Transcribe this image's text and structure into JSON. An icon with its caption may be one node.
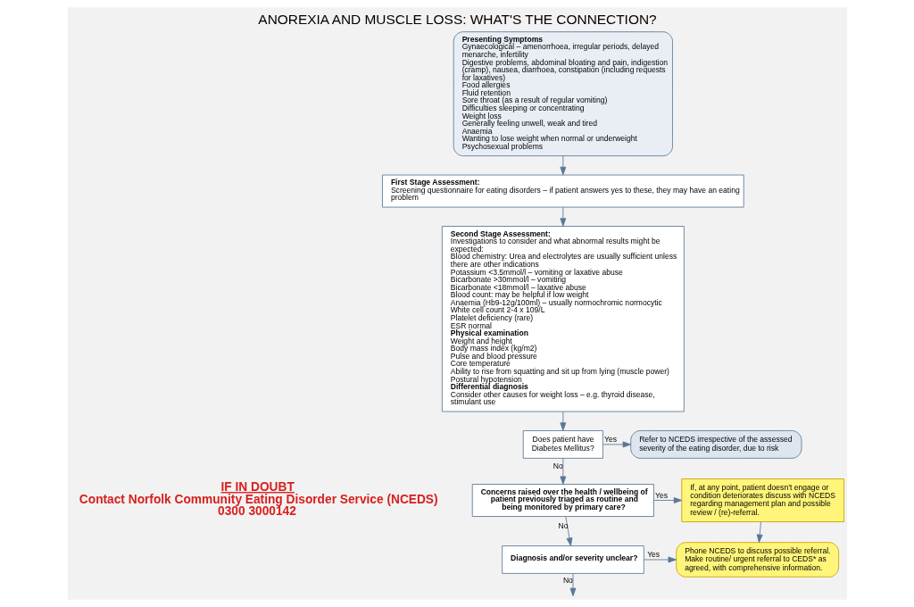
{
  "diagram": {
    "title": "ANOREXIA AND MUSCLE LOSS: WHAT'S THE CONNECTION?",
    "nodes": [
      {
        "text": [
          "Presenting Symptoms",
          "Gynaecological – amenorrhoea, irregular periods, delayed menarche, infertility",
          "Digestive problems, abdominal bloating and pain, indigestion (cramp), nausea, diarrhoea, constipation (including requests for laxatives)",
          "Food allergies",
          "Fluid retention",
          "Sore throat (as a result of regular vomiting)",
          "Difficulties sleeping or concentrating",
          "Weight loss",
          "Generally feeling unwell, weak and tired",
          "Anaemia",
          "Wanting to lose weight when normal or underweight",
          "Psychosexual problems"
        ]
      },
      {
        "text": [
          "First Stage Assessment:",
          "Screening questionnaire for eating disorders – if patient answers yes to these, they may have an eating problem"
        ]
      },
      {
        "text": [
          "Second Stage Assessment:",
          "Investigations to consider and what abnormal results might be expected:",
          "Blood chemistry: Urea and electrolytes are usually sufficient unless there are other indications",
          "Potassium <3.5mmol/l – vomiting or laxative abuse",
          "Bicarbonate >30mmol/l – vomiting",
          "Bicarbonate <18mmol/l – laxative abuse",
          "Blood count: may be helpful if low weight",
          "Anaemia (Hb9-12g/100ml) – usually normochromic normocytic",
          "White cell count 2-4 x 109/L",
          "Platelet deficiency (rare)",
          "ESR normal",
          "Physical examination",
          "Weight and height",
          "Body mass index (kg/m2)",
          "Pulse and blood pressure",
          "Core temperature",
          "Ability to rise from squatting and sit up from lying (muscle power)",
          "Postural hypotension",
          "Differential diagnosis",
          "Consider other causes for weight loss – e.g. thyroid disease, stimulant use"
        ]
      },
      {
        "text": [
          "Does patient have Diabetes Mellitus?"
        ]
      },
      {
        "text": [
          "Refer to NCEDS irrespective of the assessed severity of the eating disorder, due to risk"
        ]
      },
      {
        "text": [
          "Concerns raised over the health / wellbeing of patient previously triaged as routine and being monitored by primary care?"
        ]
      },
      {
        "text": [
          "If, at any point, patient doesn’t engage or condition deteriorates discuss with NCEDS regarding management plan and possible review / (re)-referral."
        ]
      },
      {
        "text": [
          "Diagnosis and/or severity unclear?"
        ]
      },
      {
        "text": [
          "Phone NCEDS to discuss possible referral.",
          "Make routine/ urgent referral to CEDS* as agreed, with comprehensive information."
        ]
      }
    ],
    "edges": [
      {
        "from": 0,
        "to": 1,
        "arrow": "to"
      },
      {
        "from": 1,
        "to": 2,
        "arrow": "to"
      },
      {
        "from": 2,
        "to": 3,
        "arrow": "to"
      },
      {
        "from": 3,
        "to": 4,
        "arrow": "to",
        "label": "Yes"
      },
      {
        "from": 3,
        "to": 5,
        "arrow": "to",
        "label": "No"
      },
      {
        "from": 5,
        "to": 6,
        "arrow": "to",
        "label": "Yes"
      },
      {
        "from": 5,
        "to": 7,
        "arrow": "to",
        "label": "No"
      },
      {
        "from": 7,
        "to": 8,
        "arrow": "to",
        "label": "Yes"
      },
      {
        "from": 6,
        "to": 8,
        "arrow": "to"
      },
      {
        "from": 7,
        "to": null,
        "arrow": "to",
        "label": "No"
      }
    ],
    "labels": [
      "IF IN DOUBT",
      "Contact Norfolk Community Eating Disorder Service (NCEDS)",
      "0300 3000142"
    ]
  }
}
